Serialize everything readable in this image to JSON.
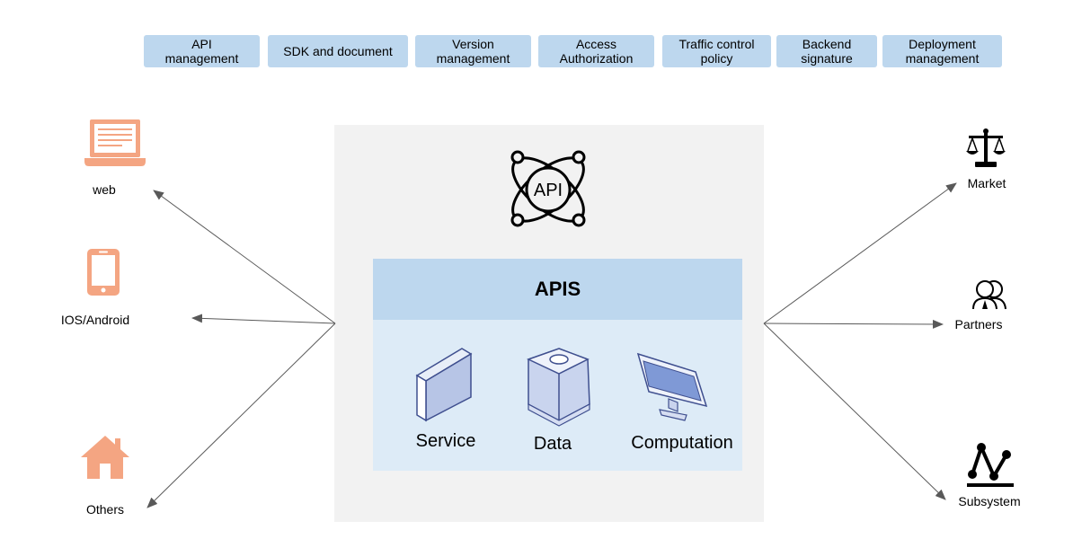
{
  "features": [
    "API\nmanagement",
    "SDK and document",
    "Version\nmanagement",
    "Access\nAuthorization",
    "Traffic control\npolicy",
    "Backend\nsignature",
    "Deployment\nmanagement"
  ],
  "api_logo_text": "API",
  "apis_title": "APIS",
  "components": {
    "service": "Service",
    "data": "Data",
    "computation": "Computation"
  },
  "clients": {
    "web": "web",
    "mobile": "IOS/Android",
    "others": "Others"
  },
  "consumers": {
    "market": "Market",
    "partners": "Partners",
    "subsystem": "Subsystem"
  },
  "colors": {
    "tag_bg": "#bdd7ee",
    "panel_bg": "#f2f2f2",
    "apis_body": "#ddebf7",
    "client_icon": "#f4a582",
    "arrow": "#595959"
  }
}
